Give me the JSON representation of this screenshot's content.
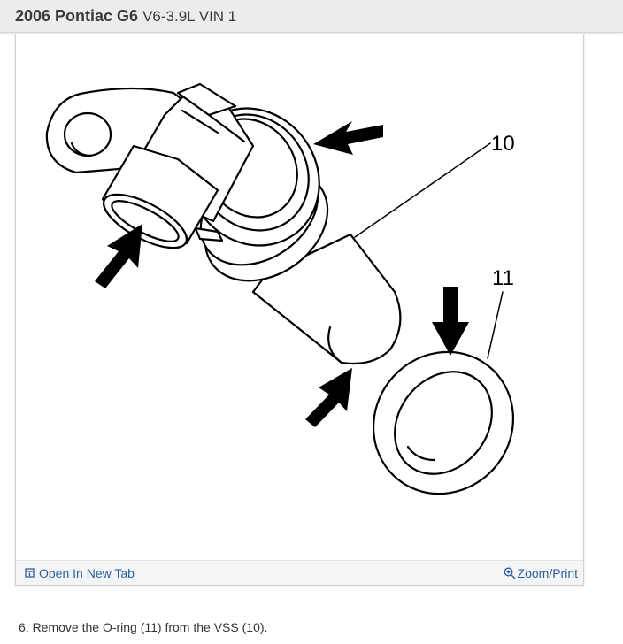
{
  "header": {
    "model": "2006 Pontiac G6",
    "engine": "V6-3.9L VIN 1"
  },
  "figure": {
    "callouts": {
      "sensor": "10",
      "oring": "11"
    },
    "footer": {
      "open_tab_label": "Open In New Tab",
      "zoom_label": "Zoom/Print"
    }
  },
  "instruction": "6. Remove the O-ring (11) from the VSS (10).",
  "colors": {
    "link": "#2f5f9e",
    "header_bg": "#ececec"
  }
}
